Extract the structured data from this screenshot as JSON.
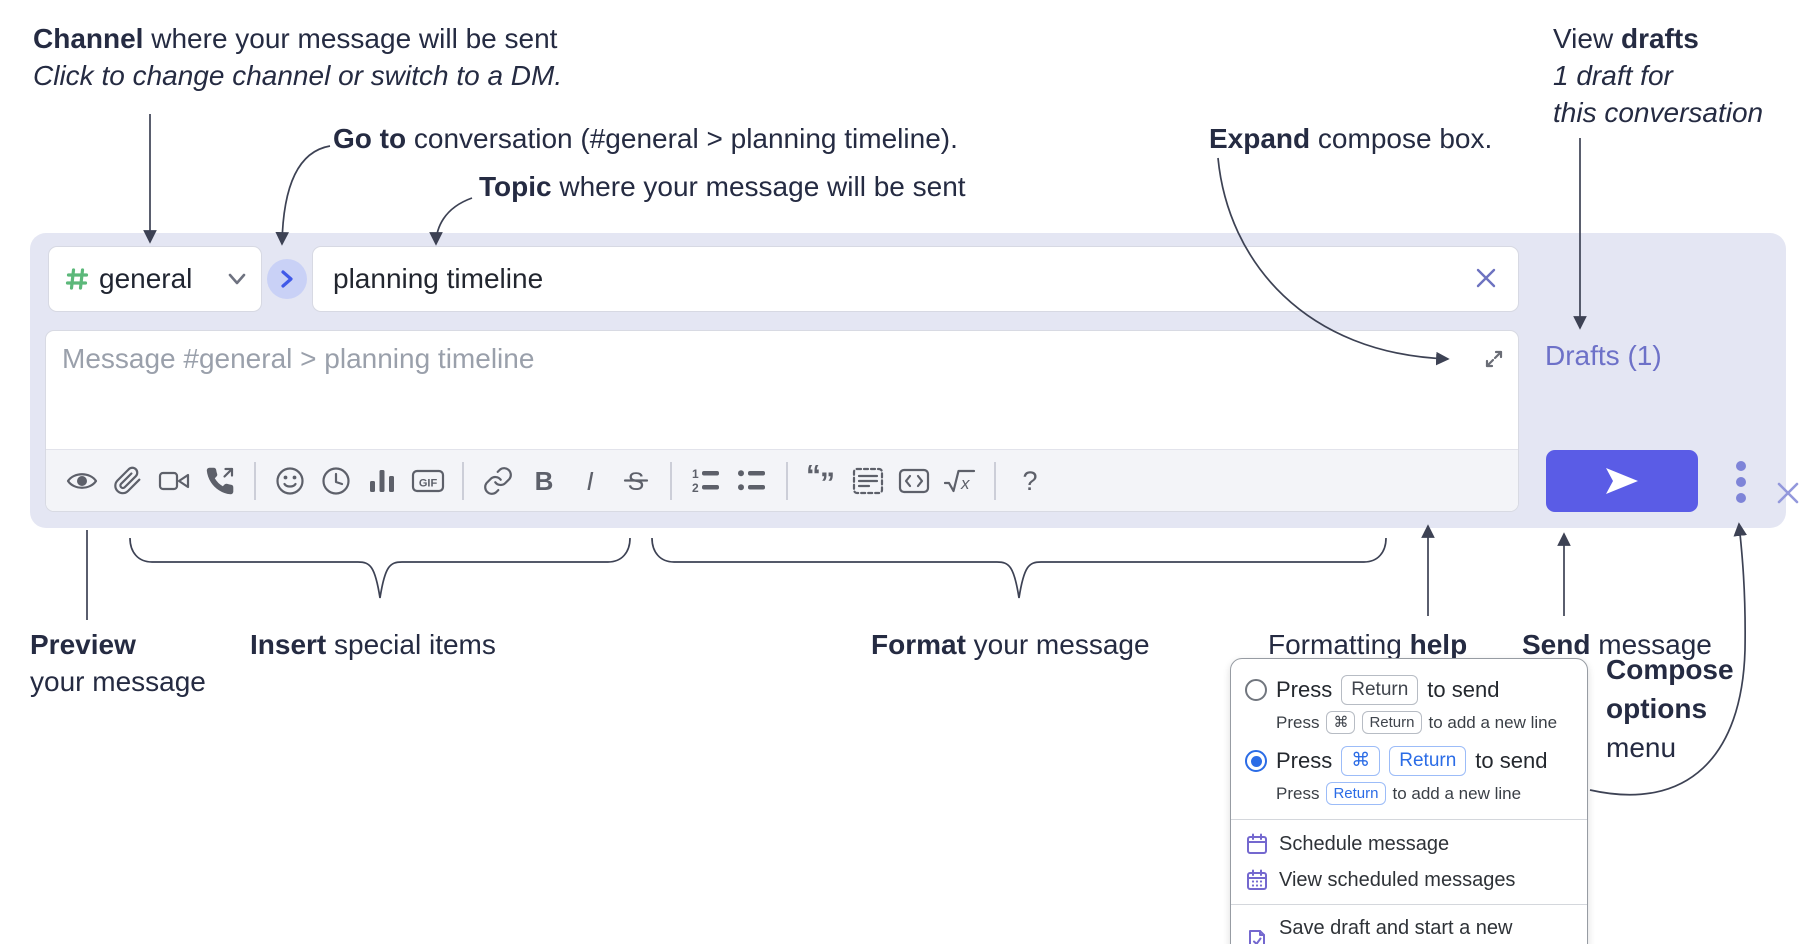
{
  "annotations": {
    "channel_line1_bold": "Channel",
    "channel_line1_rest": " where your message will be sent",
    "channel_line2": "Click to change channel or switch to a DM.",
    "goto_bold": "Go to",
    "goto_rest": " conversation (#general > planning timeline).",
    "topic_bold": "Topic",
    "topic_rest": " where your message will be sent",
    "expand_bold": "Expand",
    "expand_rest": " compose box.",
    "drafts_line1_pre": "View ",
    "drafts_line1_bold": "drafts",
    "drafts_line2": "1 draft for",
    "drafts_line3": "this conversation",
    "preview_bold": "Preview",
    "preview_line2": "your message",
    "insert_bold": "Insert",
    "insert_rest": " special items",
    "format_bold": "Format",
    "format_rest": " your message",
    "help_pre": "Formatting ",
    "help_bold": "help",
    "send_bold": "Send",
    "send_rest": " message",
    "compose_line1": "Compose",
    "compose_line2": "options",
    "compose_line3": "menu"
  },
  "compose": {
    "channel_name": "general",
    "topic_value": "planning timeline",
    "message_placeholder": "Message #general > planning timeline",
    "drafts_label": "Drafts (1)",
    "gif_label": "GIF",
    "toolbar_icons": [
      "preview",
      "attach-file",
      "video-call",
      "voice-call",
      "emoji",
      "time",
      "poll",
      "gif",
      "link",
      "bold",
      "italic",
      "strikethrough",
      "numbered-list",
      "bulleted-list",
      "quote",
      "spoiler",
      "code",
      "math",
      "help"
    ]
  },
  "popup": {
    "opt1_press": "Press",
    "opt1_key": "Return",
    "opt1_post": "to send",
    "opt1_sub_press": "Press",
    "opt1_sub_key1": "⌘",
    "opt1_sub_key2": "Return",
    "opt1_sub_post": "to add a new line",
    "opt2_press": "Press",
    "opt2_key1": "⌘",
    "opt2_key2": "Return",
    "opt2_post": "to send",
    "opt2_sub_press": "Press",
    "opt2_sub_key": "Return",
    "opt2_sub_post": "to add a new line",
    "item_schedule": "Schedule message",
    "item_view_scheduled": "View scheduled messages",
    "item_save_draft": "Save draft and start a new message"
  },
  "colors": {
    "compose_bg": "#e4e6f3",
    "accent_send": "#5a5ce6",
    "drafts_link": "#6d71c8",
    "channel_hash_green": "#5cb87a",
    "go_circle_bg": "#c9d1f6",
    "go_chevron_blue": "#4059e8",
    "radio_selected_blue": "#2b6ce6",
    "menu_icon_purple": "#7468cf",
    "annotation_text": "#252b42",
    "toolbar_icon_gray": "#5d606a"
  }
}
